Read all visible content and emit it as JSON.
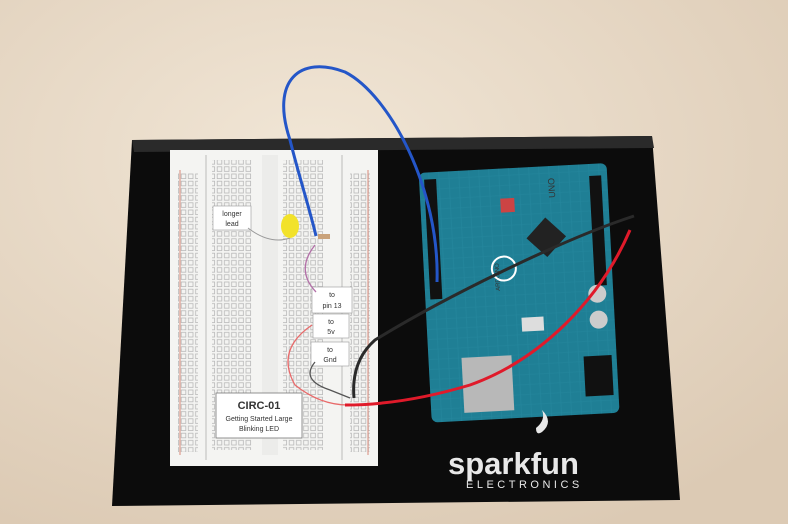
{
  "photo": {
    "breadboard_labels": {
      "longer_lead": [
        "longer",
        "lead"
      ],
      "pin13": [
        "to",
        "pin 13"
      ],
      "v5": [
        "to",
        "5v"
      ],
      "gnd": [
        "to",
        "Gnd"
      ]
    },
    "circuit_card": {
      "title": "CIRC-01",
      "subtitle_line1": "Getting Started Large",
      "subtitle_line2": "Blinking LED"
    },
    "board": {
      "model": "UNO",
      "brand": "ARDUINO"
    },
    "base_logo": {
      "name": "sparkfun",
      "tagline": "ELECTRONICS"
    },
    "colors": {
      "background": "#e9dccb",
      "plate": "#0c0c0c",
      "board": "#1f7f95",
      "wire_blue": "#2456c8",
      "wire_red": "#e01a2a",
      "wire_black": "#2a2a2a",
      "led": "#f2e22a"
    }
  }
}
